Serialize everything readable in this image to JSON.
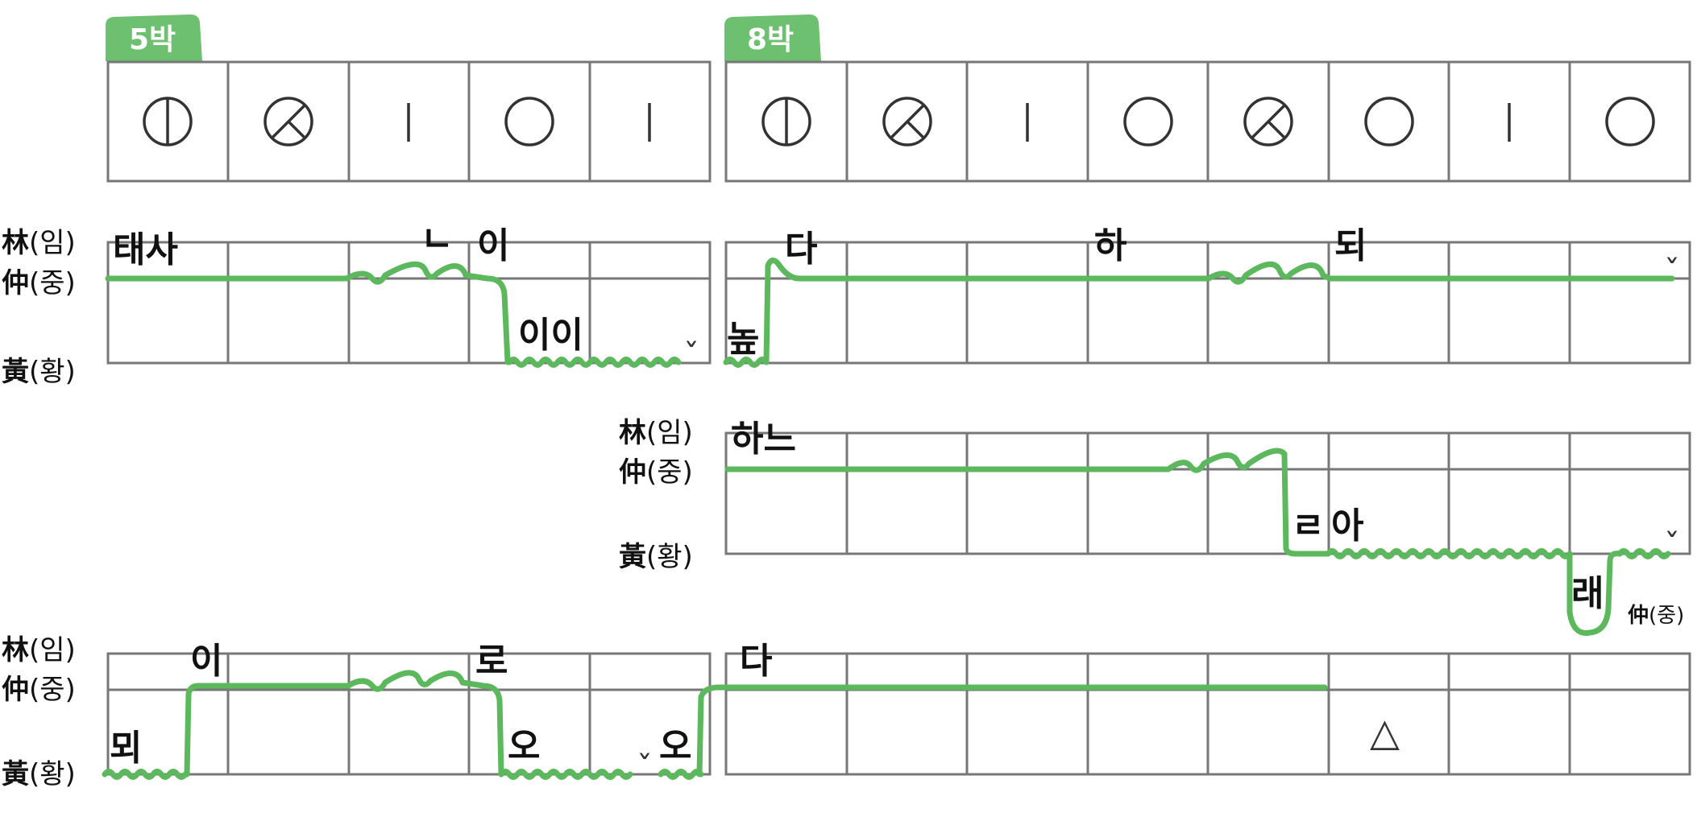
{
  "beat_tabs": [
    "5박",
    "8박"
  ],
  "beat_symbols": {
    "five_beat": [
      "gyeong-circle-vline",
      "circle-slash-v",
      "vline",
      "circle",
      "vline"
    ],
    "eight_beat": [
      "gyeong-circle-vline",
      "circle-slash-v",
      "vline",
      "circle",
      "circle-slash-v",
      "circle",
      "vline",
      "circle"
    ]
  },
  "pitch_labels": {
    "rim": {
      "han": "林",
      "kor": "(임)"
    },
    "jung": {
      "han": "仲",
      "kor": "(중)"
    },
    "hwang": {
      "han": "黃",
      "kor": "(황)"
    }
  },
  "lyrics": {
    "r1_a": "태사",
    "r1_b": "ㄴ",
    "r1_c": "이",
    "r1_d": "이이",
    "r1_e": "높",
    "r1_f": "다",
    "r1_g": "하",
    "r1_h": "되",
    "r2_a": "하느",
    "r2_b": "ㄹ",
    "r2_c": "아",
    "r2_d": "래",
    "r3_a": "뫼",
    "r3_b": "이",
    "r3_c": "로",
    "r3_d": "오",
    "r3_e": "오",
    "r3_f": "다"
  },
  "breath_marks": [
    "ˇ",
    "ˇ",
    "ˇ",
    "ˇ"
  ],
  "rest_mark": "△",
  "colors": {
    "line": "#5cb85c",
    "grid": "#777777",
    "tab": "#6cc070",
    "text": "#111111"
  }
}
